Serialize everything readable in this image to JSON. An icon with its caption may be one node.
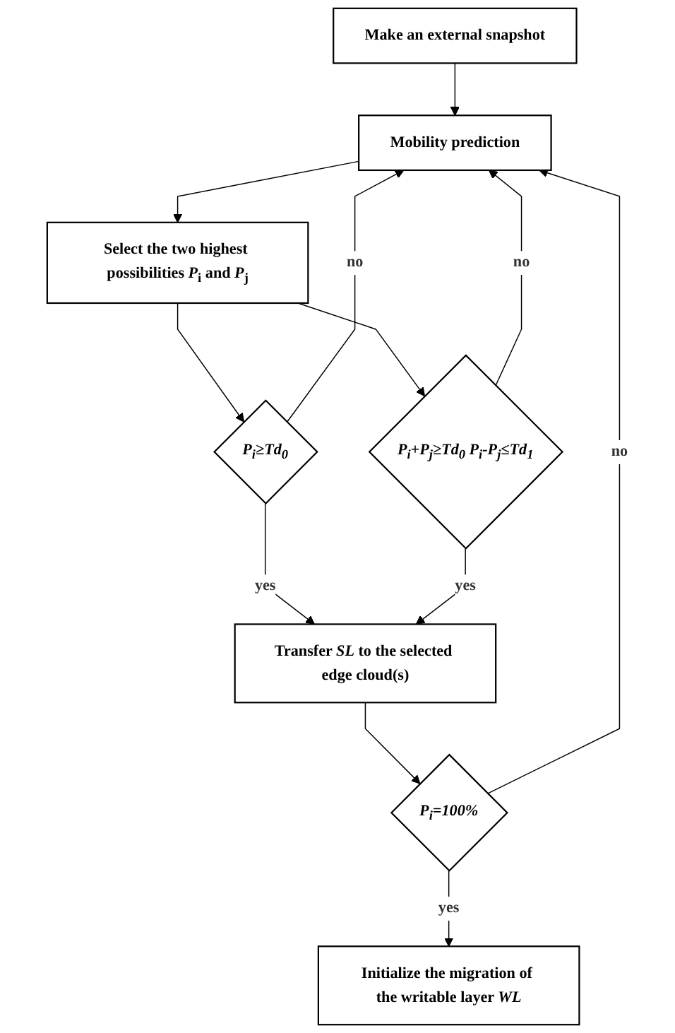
{
  "diagram": {
    "nodes": [
      {
        "text": [
          "Make an external snapshot"
        ]
      },
      {
        "text": [
          "Mobility prediction"
        ]
      },
      {
        "text": [
          "Select the two highest possibilities *P*$_{i}$ and *P*$_{j}$"
        ]
      },
      {
        "text": [
          "P$_{i}$≥Td$_{0}$"
        ]
      },
      {
        "text": [
          "P$_{i}$+P$_{j}$≥Td$_{0}$ P$_{i}$-P$_{j}$≤Td$_{1}$"
        ]
      },
      {
        "text": [
          "Transfer *SL* to the selected edge cloud(s)"
        ]
      },
      {
        "text": [
          "P$_{i}$=100%"
        ]
      },
      {
        "text": [
          "Initialize the migration of the writable layer *WL*"
        ]
      }
    ],
    "edges": [
      {
        "from": 0,
        "to": 1,
        "arrow": "to"
      },
      {
        "from": 1,
        "to": 2,
        "arrow": "to"
      },
      {
        "from": 2,
        "to": 3,
        "arrow": "to"
      },
      {
        "from": 2,
        "to": 4,
        "arrow": "to"
      },
      {
        "from": 3,
        "to": 1,
        "arrow": "to",
        "label": "no"
      },
      {
        "from": 4,
        "to": 1,
        "arrow": "to",
        "label": "no"
      },
      {
        "from": 3,
        "to": 5,
        "arrow": "to",
        "label": "yes"
      },
      {
        "from": 4,
        "to": 5,
        "arrow": "to",
        "label": "yes"
      },
      {
        "from": 5,
        "to": 6,
        "arrow": "to"
      },
      {
        "from": 6,
        "to": 1,
        "arrow": "to",
        "label": "no"
      },
      {
        "from": 6,
        "to": 7,
        "arrow": "to",
        "label": "yes"
      }
    ]
  }
}
